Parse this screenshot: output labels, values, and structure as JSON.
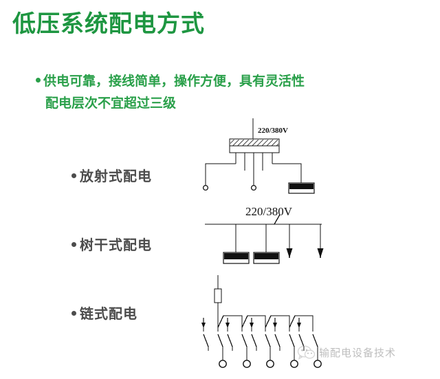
{
  "slide": {
    "title": "低压系统配电方式",
    "title_color": "#1e9641",
    "bullet": {
      "line1": "供电可靠，接线简单，操作方便，具有灵活性",
      "line2": "配电层次不宜超过三级",
      "color": "#2aa04a"
    },
    "sections": [
      {
        "id": "radial",
        "label": "放射式配电",
        "voltage_label": "220/380V",
        "diagram_type": "radial-distribution",
        "elements": {
          "busbar": "hatched-busbar",
          "feeders": 5,
          "loads": [
            "circle-terminal",
            "circle-terminal",
            "filled-box-load"
          ]
        }
      },
      {
        "id": "trunk",
        "label": "树干式配电",
        "voltage_label": "220/380V",
        "diagram_type": "trunk-distribution",
        "elements": {
          "bus": "horizontal-trunk-line",
          "drops": 4,
          "loads": [
            "filled-box-load",
            "filled-box-load",
            "arrow-load",
            "arrow-load"
          ]
        }
      },
      {
        "id": "chain",
        "label": "链式配电",
        "diagram_type": "chain-distribution",
        "elements": {
          "fuse": "fuse-symbol",
          "switch_pairs": 5,
          "terminals": 5
        }
      }
    ],
    "label_color": "#4c4c4c",
    "line_color": "#1a1a1a"
  },
  "watermark": {
    "icon": "wechat-icon",
    "text": "输配电设备技术"
  }
}
